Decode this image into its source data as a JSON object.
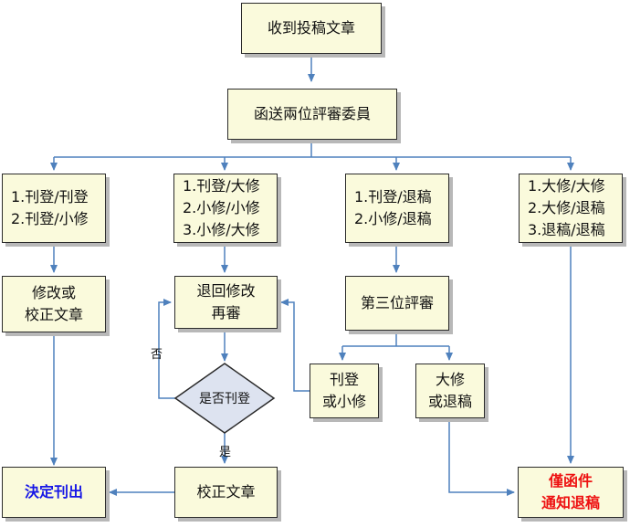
{
  "nodes": {
    "receive": {
      "lines": [
        "收到投稿文章"
      ]
    },
    "send": {
      "lines": [
        "函送兩位評審委員"
      ]
    },
    "c1": {
      "lines": [
        "1.刊登/刊登",
        "2.刊登/小修"
      ]
    },
    "c2": {
      "lines": [
        "1.刊登/大修",
        "2.小修/小修",
        "3.小修/大修"
      ]
    },
    "c3": {
      "lines": [
        "1.刊登/退稿",
        "2.小修/退稿"
      ]
    },
    "c4": {
      "lines": [
        "1.大修/大修",
        "2.大修/退稿",
        "3.退稿/退稿"
      ]
    },
    "edit": {
      "lines": [
        "修改或",
        "校正文章"
      ]
    },
    "resubmit": {
      "lines": [
        "退回修改",
        "再審"
      ]
    },
    "third": {
      "lines": [
        "第三位評審"
      ]
    },
    "decision": {
      "text": "是否刊登"
    },
    "pub_minor": {
      "lines": [
        "刊登",
        "或小修"
      ]
    },
    "major_rej": {
      "lines": [
        "大修",
        "或退稿"
      ]
    },
    "publish": {
      "lines": [
        "決定刊出"
      ]
    },
    "proofread": {
      "lines": [
        "校正文章"
      ]
    },
    "notify": {
      "lines": [
        "僅函件",
        "通知退稿"
      ]
    }
  },
  "labels": {
    "no": "否",
    "yes": "是"
  },
  "colors": {
    "box_fill": "#fafadc",
    "connector": "#4f81bd",
    "publish_text": "#1717e6",
    "notify_text": "#ee1111"
  }
}
